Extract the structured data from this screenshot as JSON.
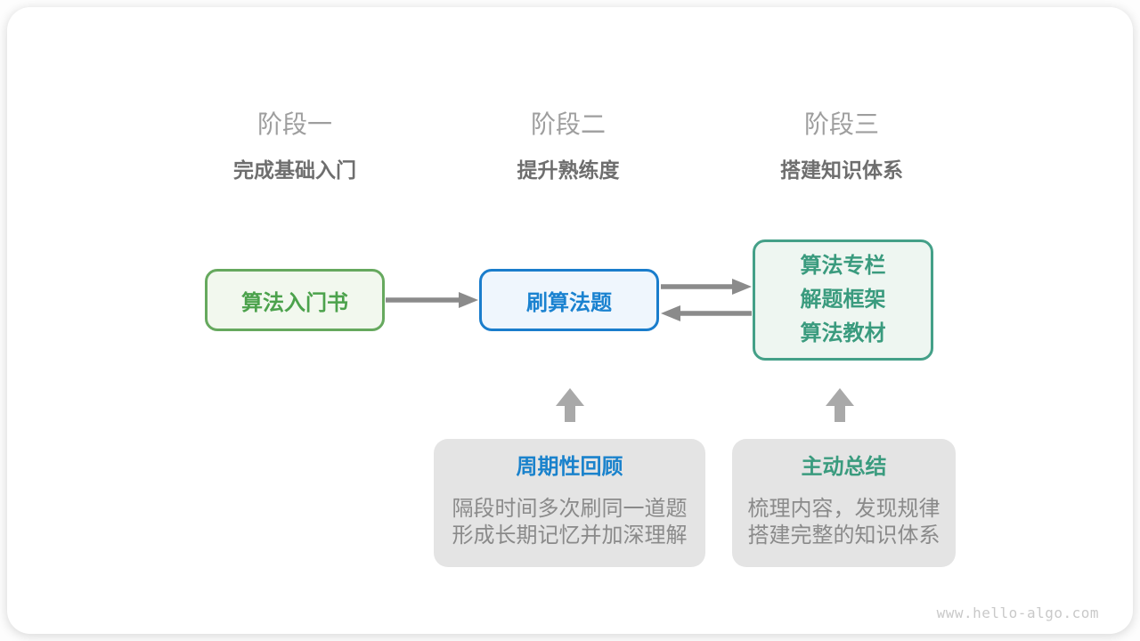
{
  "stages": [
    {
      "name": "阶段一",
      "goal": "完成基础入门"
    },
    {
      "name": "阶段二",
      "goal": "提升熟练度"
    },
    {
      "name": "阶段三",
      "goal": "搭建知识体系"
    }
  ],
  "flow": {
    "intro_box": {
      "label": "算法入门书"
    },
    "practice_box": {
      "label": "刷算法题"
    },
    "resources_box": {
      "lines": [
        "算法专栏",
        "解题框架",
        "算法教材"
      ]
    }
  },
  "notes": {
    "review": {
      "title": "周期性回顾",
      "lines": [
        "隔段时间多次刷同一道题",
        "形成长期记忆并加深理解"
      ]
    },
    "summary": {
      "title": "主动总结",
      "lines": [
        "梳理内容，发现规律",
        "搭建完整的知识体系"
      ]
    }
  },
  "watermark": "www.hello-algo.com",
  "colors": {
    "stage_name": "#9e9e9e",
    "stage_goal": "#6e6e6e",
    "green_text": "#4ca24c",
    "green_border": "#66a95e",
    "green_fill": "#f2f8ee",
    "blue_text": "#1a82d0",
    "blue_border": "#1a7dcc",
    "blue_fill": "#eff6fd",
    "teal_text": "#3a9b7e",
    "teal_border": "#44a088",
    "teal_fill": "#eef6f1",
    "note_bg": "#e4e4e4",
    "note_body": "#8a8a8a",
    "note_title_blue": "#1a82cc",
    "note_title_teal": "#3a9b7e",
    "flow_arrow": "#8b8b8b",
    "up_arrow": "#a9a9a9",
    "watermark": "#c9c9c9"
  }
}
